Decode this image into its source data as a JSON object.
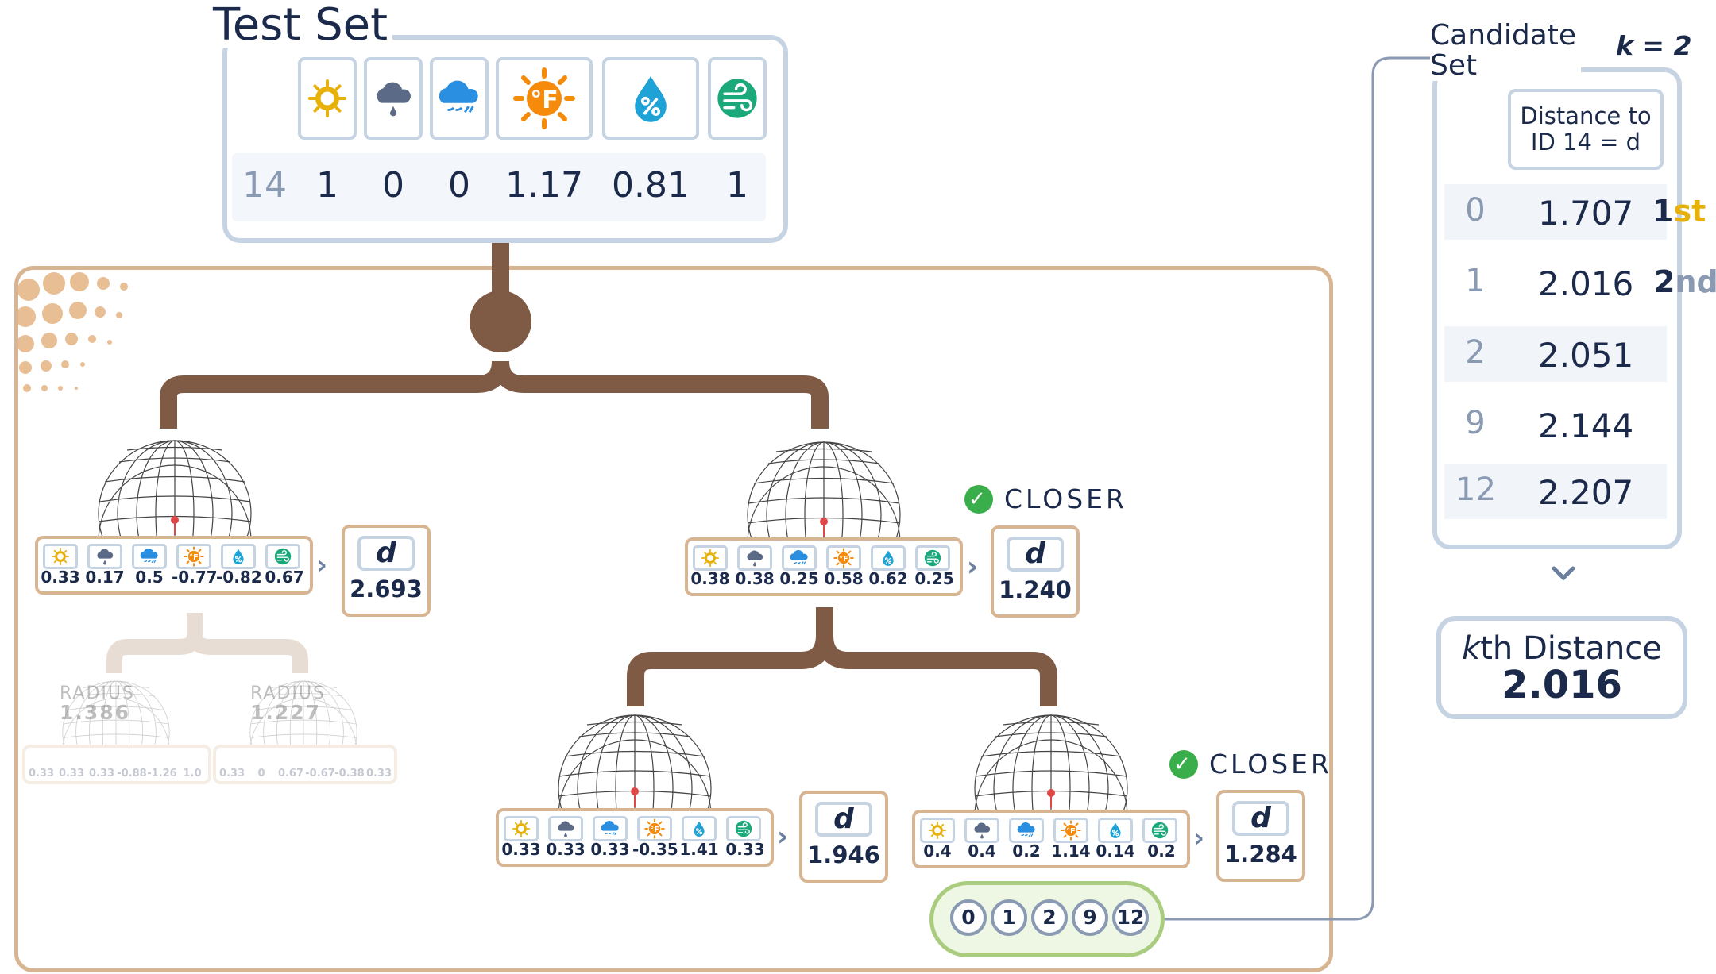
{
  "test_set": {
    "title": "Test Set",
    "features": [
      "sun-icon",
      "rain-cloud-icon",
      "cloud-wind-icon",
      "temperature-icon",
      "humidity-icon",
      "wind-icon"
    ],
    "id": "14",
    "values": [
      "1",
      "0",
      "0",
      "1.17",
      "0.81",
      "1"
    ]
  },
  "tree": {
    "left_node": {
      "values": [
        "0.33",
        "0.17",
        "0.5",
        "-0.77",
        "-0.82",
        "0.67"
      ],
      "d_label": "d",
      "distance": "2.693"
    },
    "right_node": {
      "values": [
        "0.38",
        "0.38",
        "0.25",
        "0.58",
        "0.62",
        "0.25"
      ],
      "d_label": "d",
      "distance": "1.240",
      "badge": "CLOSER"
    },
    "left_pruned": {
      "children": [
        {
          "radius_label": "RADIUS",
          "radius": "1.386",
          "values": [
            "0.33",
            "0.33",
            "0.33",
            "-0.88",
            "-1.26",
            "1.0"
          ]
        },
        {
          "radius_label": "RADIUS",
          "radius": "1.227",
          "values": [
            "0.33",
            "0",
            "0.67",
            "-0.67",
            "-0.38",
            "0.33"
          ]
        }
      ]
    },
    "right_left_leaf": {
      "values": [
        "0.33",
        "0.33",
        "0.33",
        "-0.35",
        "1.41",
        "0.33"
      ],
      "d_label": "d",
      "distance": "1.946"
    },
    "right_right_leaf": {
      "values": [
        "0.4",
        "0.4",
        "0.2",
        "1.14",
        "0.14",
        "0.2"
      ],
      "d_label": "d",
      "distance": "1.284",
      "badge": "CLOSER"
    },
    "leaf_ids": [
      "0",
      "1",
      "2",
      "9",
      "12"
    ]
  },
  "candidate_set": {
    "title_line1": "Candidate",
    "title_line2": "Set",
    "k_label": "k = 2",
    "header_line1": "Distance to",
    "header_line2": "ID 14 = d",
    "rows": [
      {
        "id": "0",
        "distance": "1.707",
        "rank": "1",
        "suffix": "st"
      },
      {
        "id": "1",
        "distance": "2.016",
        "rank": "2",
        "suffix": "nd"
      },
      {
        "id": "2",
        "distance": "2.051"
      },
      {
        "id": "9",
        "distance": "2.144"
      },
      {
        "id": "12",
        "distance": "2.207"
      }
    ],
    "kth_label": "th Distance",
    "kth_k": "k",
    "kth_value": "2.016"
  },
  "colors": {
    "tree_brown": "#7f5a44",
    "panel_blue": "#c5d3e3",
    "tan_border": "#d8b592",
    "closer_green": "#3aae4a",
    "rank_gold": "#e8b10a",
    "leaf_green": "#a9cc7f"
  }
}
